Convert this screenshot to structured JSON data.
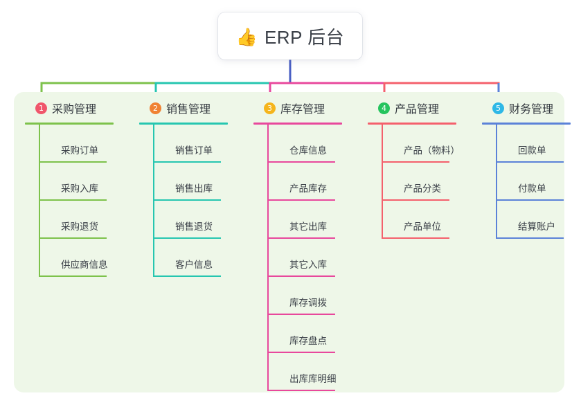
{
  "root": {
    "icon": "thumbs-up-icon",
    "emoji": "👍",
    "title": "ERP 后台"
  },
  "canvas": {
    "background": "#ffffff",
    "panel_background": "#eef7e8",
    "stem_color": "#4a5fc4"
  },
  "branches": [
    {
      "number": "1",
      "title": "采购管理",
      "badge_color": "#f0566b",
      "line_color": "#7dc24b",
      "items": [
        {
          "label": "采购订单"
        },
        {
          "label": "采购入库"
        },
        {
          "label": "采购退货"
        },
        {
          "label": "供应商信息"
        }
      ]
    },
    {
      "number": "2",
      "title": "销售管理",
      "badge_color": "#f08233",
      "line_color": "#26c6b0",
      "items": [
        {
          "label": "销售订单"
        },
        {
          "label": "销售出库"
        },
        {
          "label": "销售退货"
        },
        {
          "label": "客户信息"
        }
      ]
    },
    {
      "number": "3",
      "title": "库存管理",
      "badge_color": "#f5b51c",
      "line_color": "#e8489c",
      "items": [
        {
          "label": "仓库信息"
        },
        {
          "label": "产品库存"
        },
        {
          "label": "其它出库"
        },
        {
          "label": "其它入库"
        },
        {
          "label": "库存调拨"
        },
        {
          "label": "库存盘点"
        },
        {
          "label": "出库库明细"
        }
      ]
    },
    {
      "number": "4",
      "title": "产品管理",
      "badge_color": "#25c45e",
      "line_color": "#f4606c",
      "items": [
        {
          "label": "产品（物料）"
        },
        {
          "label": "产品分类"
        },
        {
          "label": "产品单位"
        }
      ]
    },
    {
      "number": "5",
      "title": "财务管理",
      "badge_color": "#2eb8e6",
      "line_color": "#5b82d8",
      "items": [
        {
          "label": "回款单"
        },
        {
          "label": "付款单"
        },
        {
          "label": "结算账户"
        }
      ]
    }
  ]
}
